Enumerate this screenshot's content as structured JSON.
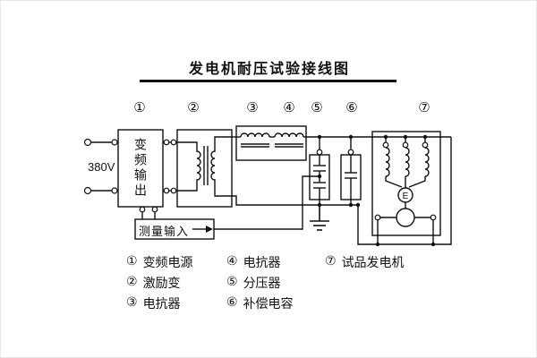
{
  "title": "发电机耐压试验接线图",
  "top_labels": [
    "①",
    "②",
    "③",
    "④",
    "⑤",
    "⑥",
    "⑦"
  ],
  "diagram": {
    "voltage_label": "380V",
    "box1_vertical_text": "变频输出",
    "measure_label": "测量输入",
    "generator_e_label": "E",
    "line_color": "#111111"
  },
  "legend": [
    {
      "num": "①",
      "label": "变频电源"
    },
    {
      "num": "②",
      "label": "激励变"
    },
    {
      "num": "③",
      "label": "电抗器"
    },
    {
      "num": "④",
      "label": "电抗器"
    },
    {
      "num": "⑤",
      "label": "分压器"
    },
    {
      "num": "⑥",
      "label": "补偿电容"
    },
    {
      "num": "⑦",
      "label": "试品发电机"
    }
  ]
}
